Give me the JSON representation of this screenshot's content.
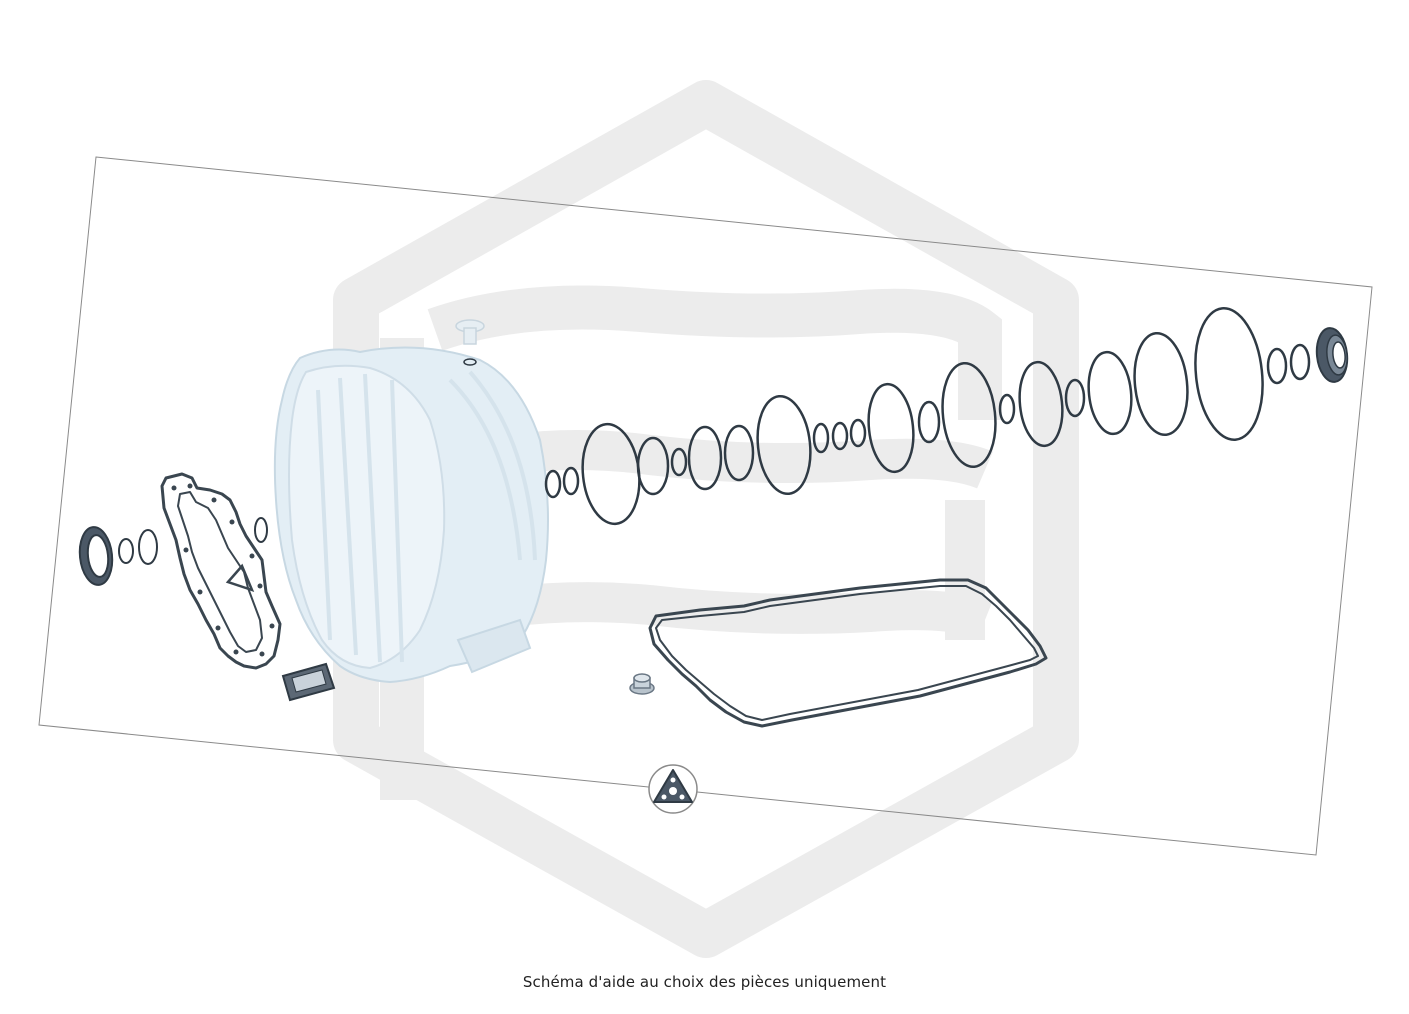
{
  "caption": "Schéma d'aide au choix des pièces uniquement",
  "colors": {
    "background": "#ffffff",
    "watermark": "#ececec",
    "housing_fill": "#e3eef5",
    "housing_stroke": "#c7d8e3",
    "seal_stroke": "#2f3a44",
    "gasket_stroke": "#3a4650",
    "frame_stroke": "#8a8a8a",
    "caption_text": "#222222"
  },
  "icons": {
    "watermark": "brand-watermark-logo",
    "housing": "transmission-housing",
    "gasket_front": "front-cover-gasket",
    "oil_pan_gasket": "oil-pan-gasket",
    "plug": "drain-plug",
    "filter": "breather-filter",
    "seal_left": "shaft-seal-left",
    "seal_right": "shaft-seal-right",
    "small_seal": "rectangular-seal",
    "part_marker": "triangle-part-marker"
  }
}
